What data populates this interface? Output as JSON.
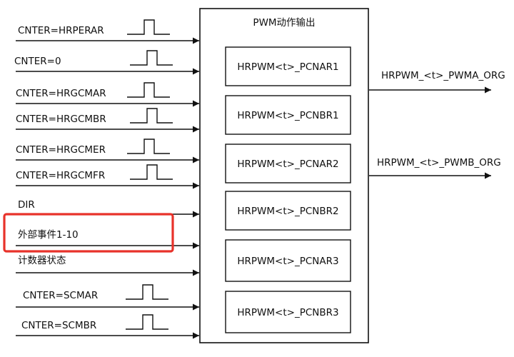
{
  "block": {
    "title": "PWM动作输出",
    "registers": [
      "HRPWM<t>_PCNAR1",
      "HRPWM<t>_PCNBR1",
      "HRPWM<t>_PCNAR2",
      "HRPWM<t>_PCNBR2",
      "HRPWM<t>_PCNAR3",
      "HRPWM<t>_PCNBR3"
    ]
  },
  "inputs": [
    {
      "label": "CNTER=HRPERAR",
      "pulse": true
    },
    {
      "label": "CNTER=0",
      "pulse": true
    },
    {
      "label": "CNTER=HRGCMAR",
      "pulse": true
    },
    {
      "label": "CNTER=HRGCMBR",
      "pulse": true
    },
    {
      "label": "CNTER=HRGCMER",
      "pulse": true
    },
    {
      "label": "CNTER=HRGCMFR",
      "pulse": true
    },
    {
      "label": "DIR",
      "pulse": false
    },
    {
      "label": "外部事件1-10",
      "pulse": false,
      "highlighted": true
    },
    {
      "label": "计数器状态",
      "pulse": false
    },
    {
      "label": "CNTER=SCMAR",
      "pulse": true
    },
    {
      "label": "CNTER=SCMBR",
      "pulse": true
    }
  ],
  "outputs": [
    {
      "label": "HRPWM_<t>_PWMA_ORG"
    },
    {
      "label": "HRPWM_<t>_PWMB_ORG"
    }
  ],
  "colors": {
    "line": "#111111",
    "highlight": "#e8322a"
  }
}
